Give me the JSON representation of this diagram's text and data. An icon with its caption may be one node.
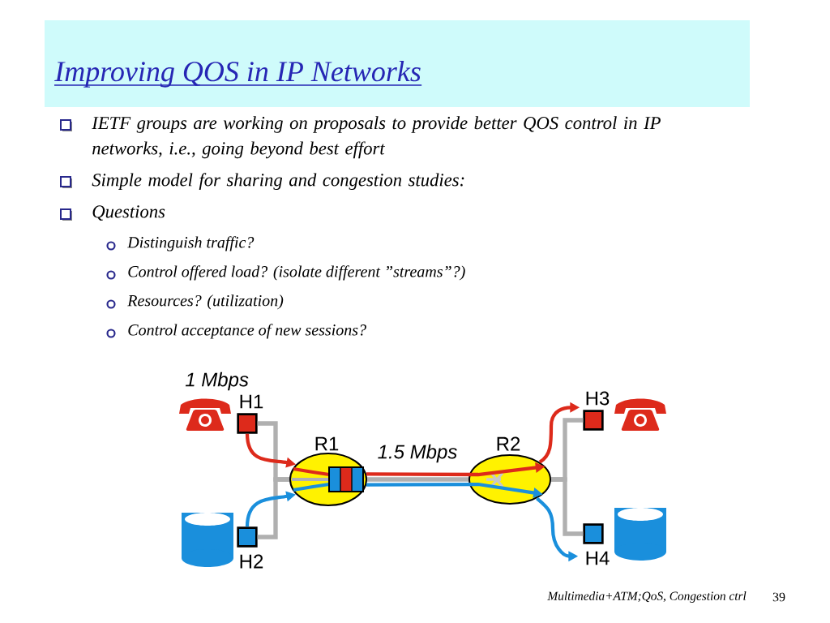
{
  "diagram": {
    "title": "Improving QOS in IP Networks",
    "nodes": [
      {
        "text": [
          "H1"
        ]
      },
      {
        "text": [
          "H2"
        ]
      },
      {
        "text": [
          "R1"
        ]
      },
      {
        "text": [
          "R2"
        ]
      },
      {
        "text": [
          "H3"
        ]
      },
      {
        "text": [
          "H4"
        ]
      }
    ],
    "edges": [
      {
        "from": 0,
        "to": 2,
        "arrow": "none",
        "color": "#b0b0b0"
      },
      {
        "from": 1,
        "to": 2,
        "arrow": "none",
        "color": "#b0b0b0"
      },
      {
        "from": 2,
        "to": 3,
        "arrow": "none",
        "color": "#b0b0b0",
        "label": "1.5 Mbps"
      },
      {
        "from": 3,
        "to": 4,
        "arrow": "none",
        "color": "#b0b0b0"
      },
      {
        "from": 3,
        "to": 5,
        "arrow": "none",
        "color": "#b0b0b0"
      },
      {
        "from": 0,
        "to": 2,
        "arrow": "to",
        "color": "#dd2a1b"
      },
      {
        "from": 1,
        "to": 2,
        "arrow": "to",
        "color": "#1a8fdc"
      },
      {
        "from": 2,
        "to": 3,
        "arrow": "to",
        "color": "#dd2a1b"
      },
      {
        "from": 2,
        "to": 3,
        "arrow": "to",
        "color": "#1a8fdc"
      },
      {
        "from": 3,
        "to": 4,
        "arrow": "to",
        "color": "#dd2a1b"
      },
      {
        "from": 3,
        "to": 5,
        "arrow": "to",
        "color": "#1a8fdc"
      }
    ],
    "labels": [
      "IETF groups are working on proposals to provide better QOS control in IP networks, i.e., going beyond best effort",
      "Simple model for sharing and congestion  studies:",
      "Questions",
      "Distinguish traffic?",
      "Control offered load? (isolate different ”streams”?)",
      "Resources?  (utilization)",
      "Control acceptance of new sessions?",
      "1 Mbps",
      "Multimedia+ATM;QoS, Congestion ctrl",
      "39"
    ]
  }
}
